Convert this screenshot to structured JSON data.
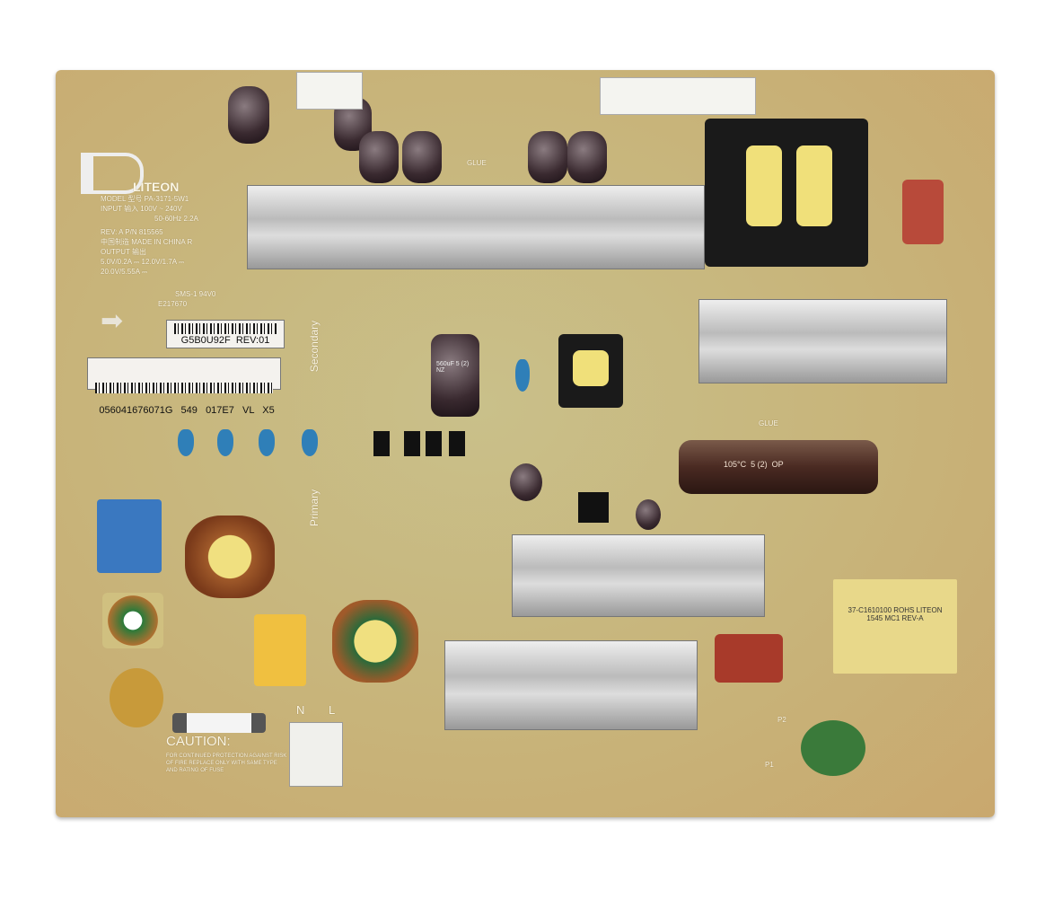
{
  "brand": "LITEON",
  "ratings": {
    "model": "MODEL 型号   PA-3171-5W1",
    "input": "INPUT 输入   100V ~ 240V",
    "input_freq": "50-60Hz 2.2A",
    "rev": "REV:  A      P/N  815565",
    "made_in": "中国制造   MADE IN CHINA   R",
    "output": "OUTPUT 输出",
    "output_line1": "5.0V/0.2A ⎓ 12.0V/1.7A ⎓",
    "output_line2": "20.0V/5.55A ⎓",
    "cert": "SMS-1 94V0",
    "cert_id": "E217670"
  },
  "labels": {
    "part": "G5B0U92F",
    "part_rev": "REV:01",
    "serial": "056041676071G   549   017E7   VL   X5"
  },
  "silkscreen": {
    "secondary": "Secondary",
    "primary": "Primary",
    "glue1": "GLUE",
    "glue2": "GLUE",
    "caution": "CAUTION:",
    "caution_text": "FOR CONTINUED PROTECTION AGAINST RISK OF FIRE REPLACE ONLY WITH SAME TYPE AND RATING OF FUSE",
    "n": "N",
    "l": "L",
    "p1": "P1",
    "p2": "P2"
  },
  "components": {
    "bulk_cap_text": "105°C  5 (2)  OP",
    "cap_text": "560uF 5 (2) NZ",
    "transformer_text": "37-C1610100 ROHS  LITEON 1545 MC1 REV-A",
    "colors": {
      "board": "#c8b47a",
      "heatsink": "#cfcfcf",
      "y_cap": "#2f7fb8",
      "transformer_tape": "#f0e07a"
    }
  }
}
